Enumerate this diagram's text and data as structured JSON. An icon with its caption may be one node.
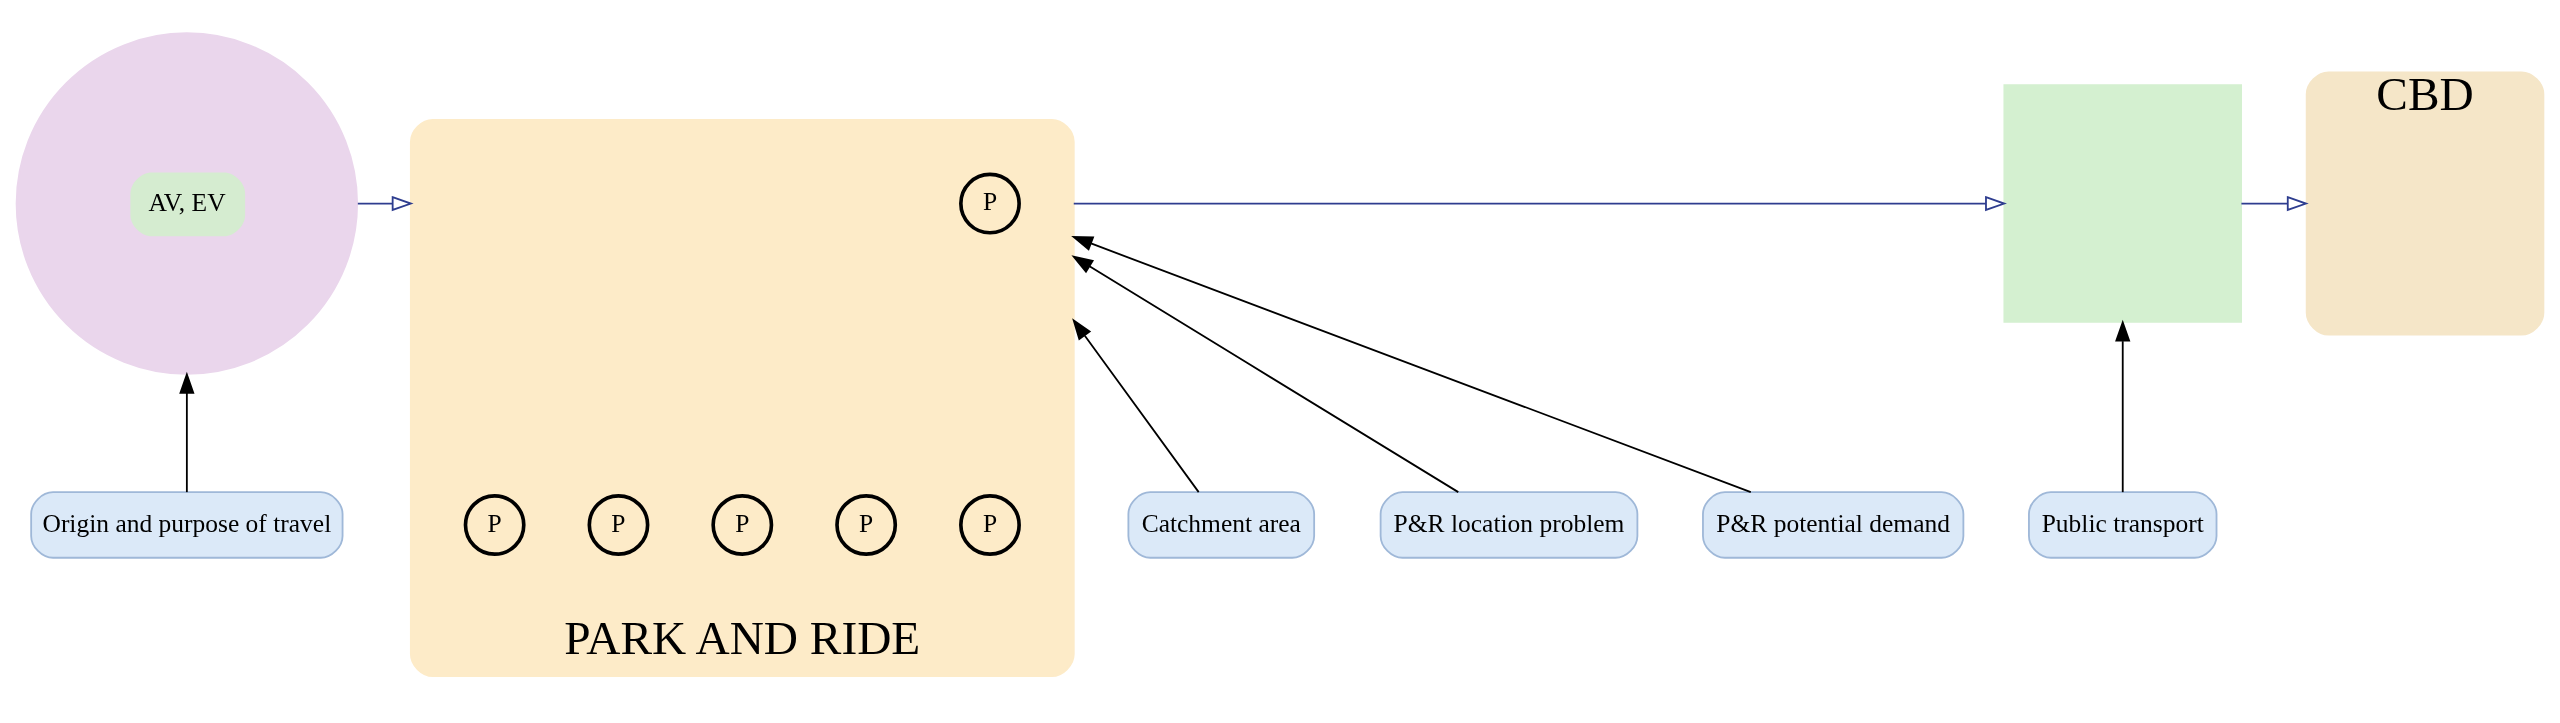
{
  "diagram": {
    "nodes": [
      {
        "text": [],
        "shape": "circle"
      },
      {
        "text": [
          "AV, EV"
        ],
        "in": 0
      },
      {
        "text": [
          "PARK AND RIDE"
        ]
      },
      {
        "text": [
          "P"
        ],
        "in": 2
      },
      {
        "text": [
          "P"
        ],
        "in": 2
      },
      {
        "text": [
          "P"
        ],
        "in": 2
      },
      {
        "text": [
          "P"
        ],
        "in": 2
      },
      {
        "text": [
          "P"
        ],
        "in": 2
      },
      {
        "text": [
          "P"
        ],
        "in": 2
      },
      {
        "text": [],
        "shape": "box"
      },
      {
        "text": [
          "CBD"
        ]
      },
      {
        "text": [
          "Origin and purpose of travel"
        ]
      },
      {
        "text": [
          "Catchment area"
        ]
      },
      {
        "text": [
          "P&R location problem"
        ]
      },
      {
        "text": [
          "P&R potential demand"
        ]
      },
      {
        "text": [
          "Public transport"
        ]
      }
    ],
    "edges": [
      {
        "from": 0,
        "to": 2,
        "arrow": "to",
        "color": "#2e3d8f"
      },
      {
        "from": 2,
        "to": 9,
        "arrow": "to",
        "color": "#2e3d8f"
      },
      {
        "from": 9,
        "to": 10,
        "arrow": "to",
        "color": "#2e3d8f"
      },
      {
        "from": 11,
        "to": 0,
        "arrow": "to"
      },
      {
        "from": 12,
        "to": 2,
        "arrow": "to"
      },
      {
        "from": 13,
        "to": 2,
        "arrow": "to"
      },
      {
        "from": 14,
        "to": 2,
        "arrow": "to"
      },
      {
        "from": 15,
        "to": 9,
        "arrow": "to"
      }
    ]
  }
}
